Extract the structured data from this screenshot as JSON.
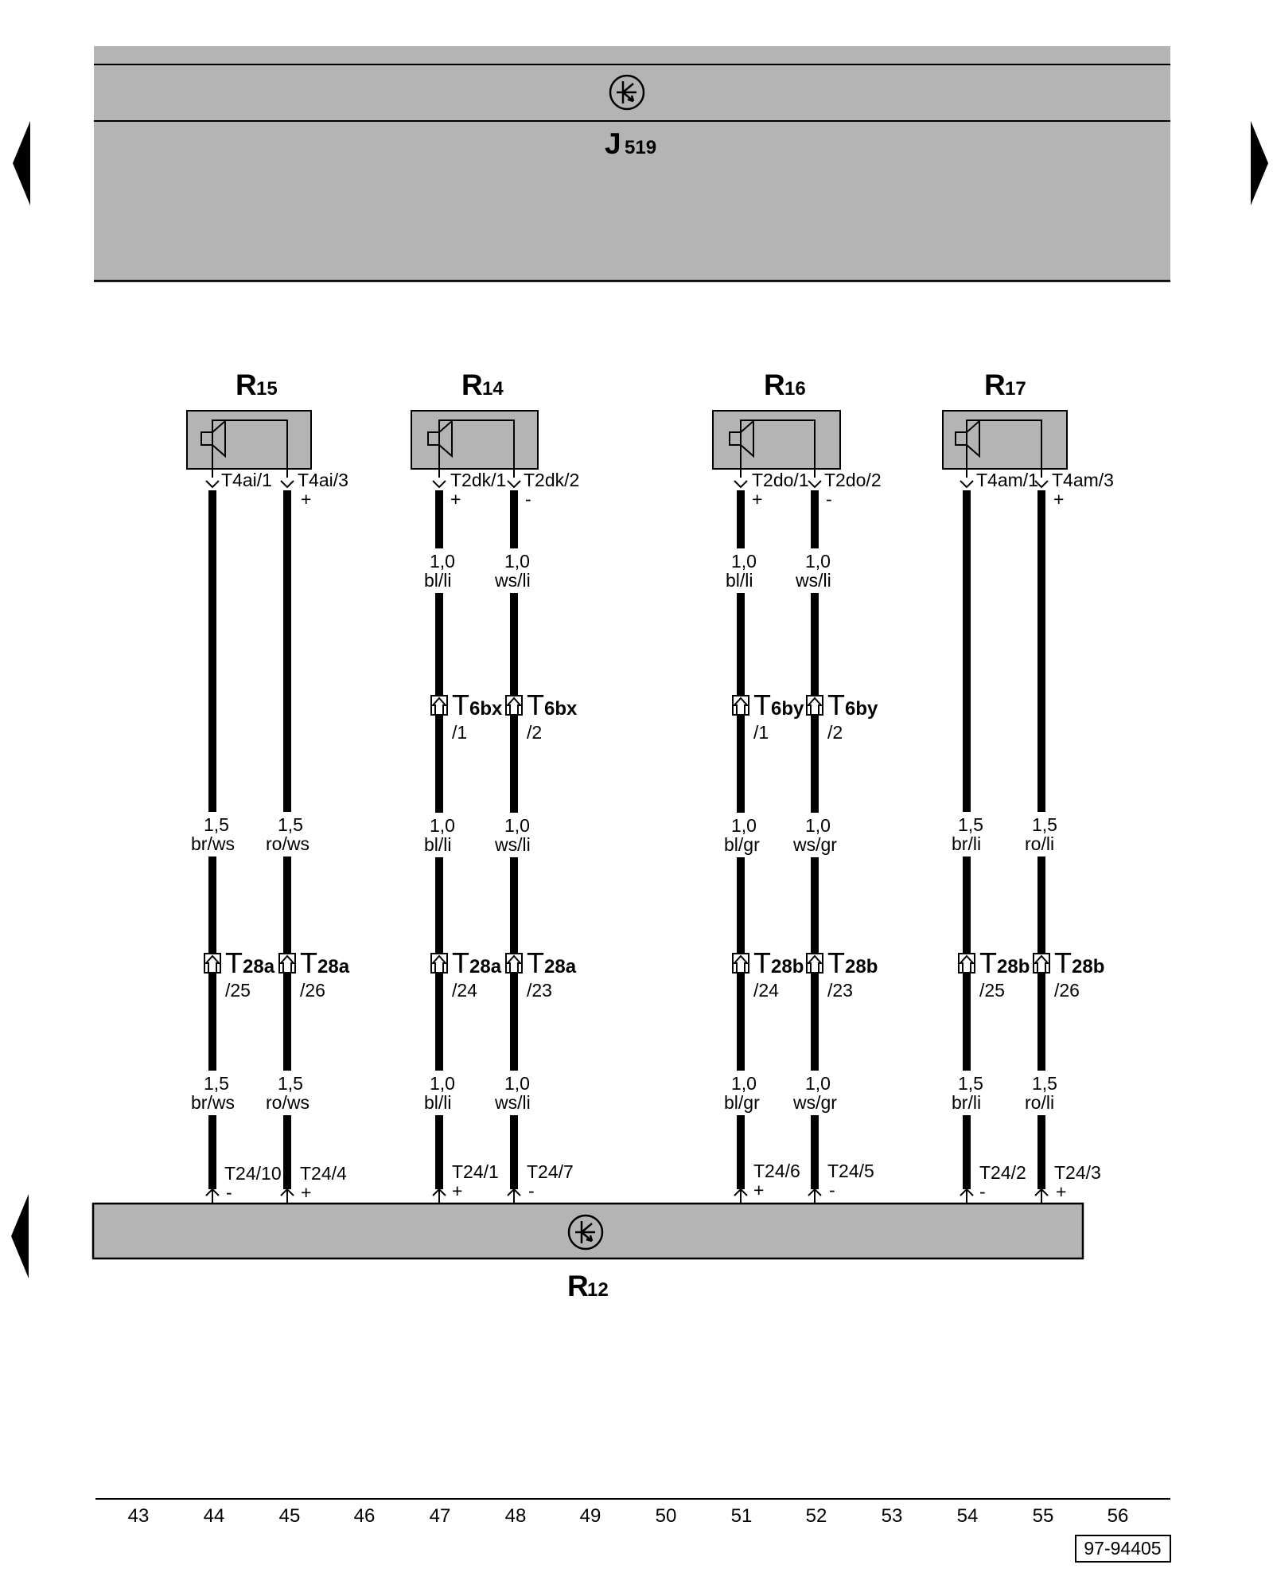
{
  "nav": {
    "left_arrow": "arrow-left-icon",
    "right_arrow": "arrow-right-icon"
  },
  "control_unit": {
    "name": "J",
    "sub": "519",
    "symbol": "electronic-unit-icon"
  },
  "amplifier": {
    "name": "R",
    "sub": "12",
    "symbol": "electronic-unit-icon"
  },
  "speakers": [
    {
      "id": "R15",
      "name": "R",
      "sub": "15",
      "wires": [
        {
          "term": "T4ai/1",
          "term_sign": "",
          "spec1": [
            "1,5",
            "br/ws"
          ],
          "spec2": [
            "1,5",
            "br/ws"
          ],
          "c1": null,
          "c2": [
            "T",
            "28a",
            "/25"
          ],
          "bottom": "T24/10",
          "bottom_sign": "-"
        },
        {
          "term": "T4ai/3",
          "term_sign": "+",
          "spec1": [
            "1,5",
            "ro/ws"
          ],
          "spec2": [
            "1,5",
            "ro/ws"
          ],
          "c1": null,
          "c2": [
            "T",
            "28a",
            "/26"
          ],
          "bottom": "T24/4",
          "bottom_sign": "+"
        }
      ]
    },
    {
      "id": "R14",
      "name": "R",
      "sub": "14",
      "wires": [
        {
          "term": "T2dk/1",
          "term_sign": "+",
          "spec0": [
            "1,0",
            "bl/li"
          ],
          "spec1": [
            "1,0",
            "bl/li"
          ],
          "spec2": [
            "1,0",
            "bl/li"
          ],
          "c1": [
            "T",
            "6bx",
            "/1"
          ],
          "c2": [
            "T",
            "28a",
            "/24"
          ],
          "bottom": "T24/1",
          "bottom_sign": "+"
        },
        {
          "term": "T2dk/2",
          "term_sign": "-",
          "spec0": [
            "1,0",
            "ws/li"
          ],
          "spec1": [
            "1,0",
            "ws/li"
          ],
          "spec2": [
            "1,0",
            "ws/li"
          ],
          "c1": [
            "T",
            "6bx",
            "/2"
          ],
          "c2": [
            "T",
            "28a",
            "/23"
          ],
          "bottom": "T24/7",
          "bottom_sign": "-"
        }
      ]
    },
    {
      "id": "R16",
      "name": "R",
      "sub": "16",
      "wires": [
        {
          "term": "T2do/1",
          "term_sign": "+",
          "spec0": [
            "1,0",
            "bl/li"
          ],
          "spec1": [
            "1,0",
            "bl/gr"
          ],
          "spec2": [
            "1,0",
            "bl/gr"
          ],
          "c1": [
            "T",
            "6by",
            "/1"
          ],
          "c2": [
            "T",
            "28b",
            "/24"
          ],
          "bottom": "T24/6",
          "bottom_sign": "+"
        },
        {
          "term": "T2do/2",
          "term_sign": "-",
          "spec0": [
            "1,0",
            "ws/li"
          ],
          "spec1": [
            "1,0",
            "ws/gr"
          ],
          "spec2": [
            "1,0",
            "ws/gr"
          ],
          "c1": [
            "T",
            "6by",
            "/2"
          ],
          "c2": [
            "T",
            "28b",
            "/23"
          ],
          "bottom": "T24/5",
          "bottom_sign": "-"
        }
      ]
    },
    {
      "id": "R17",
      "name": "R",
      "sub": "17",
      "wires": [
        {
          "term": "T4am/1",
          "term_sign": "",
          "spec1": [
            "1,5",
            "br/li"
          ],
          "spec2": [
            "1,5",
            "br/li"
          ],
          "c1": null,
          "c2": [
            "T",
            "28b",
            "/25"
          ],
          "bottom": "T24/2",
          "bottom_sign": "-"
        },
        {
          "term": "T4am/3",
          "term_sign": "+",
          "spec1": [
            "1,5",
            "ro/li"
          ],
          "spec2": [
            "1,5",
            "ro/li"
          ],
          "c1": null,
          "c2": [
            "T",
            "28b",
            "/26"
          ],
          "bottom": "T24/3",
          "bottom_sign": "+"
        }
      ]
    }
  ],
  "footer": {
    "track_numbers": [
      "43",
      "44",
      "45",
      "46",
      "47",
      "48",
      "49",
      "50",
      "51",
      "52",
      "53",
      "54",
      "55",
      "56"
    ],
    "ref": "97-94405"
  }
}
